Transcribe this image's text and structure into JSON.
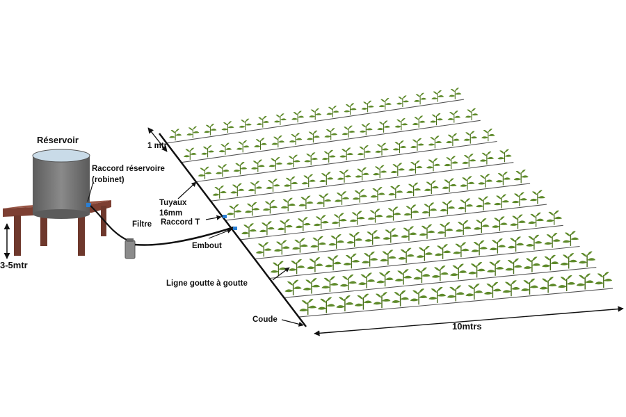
{
  "labels": {
    "reservoir": "Réservoir",
    "raccord_reservoir_1": "Raccord réservoire",
    "raccord_reservoir_2": "(robinet)",
    "height": "3-5mtr",
    "filtre": "Filtre",
    "tuyaux_1": "Tuyaux",
    "tuyaux_2": "16mm",
    "raccord_t": "Raccord T",
    "embout": "Embout",
    "spacing": "1 mtr",
    "ligne": "Ligne goutte à goutte",
    "coude": "Coude",
    "length": "10mtrs"
  },
  "colors": {
    "tank": "#6f6f6f",
    "table": "#8a4a3a",
    "plant": "#5e8a2a",
    "pipe": "#111111",
    "connector": "#2a7fd4"
  },
  "field": {
    "drip_lines": 10,
    "plants_per_line": 17
  }
}
